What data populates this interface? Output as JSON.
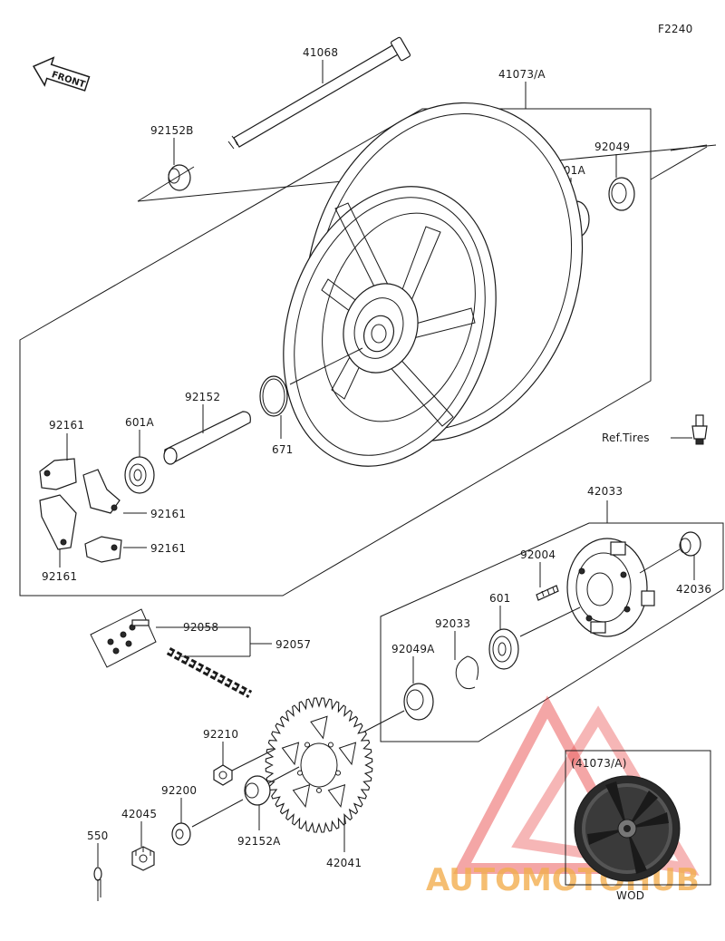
{
  "diagram_code": "F2240",
  "front_label": "FRONT",
  "parts": {
    "p41068": "41068",
    "p41073A": "41073/A",
    "p92152B": "92152B",
    "p92049": "92049",
    "p601A_top": "601A",
    "p92152": "92152",
    "p601A": "601A",
    "p92161_a": "92161",
    "p92161_b": "92161",
    "p92161_c": "92161",
    "p92161_d": "92161",
    "p671": "671",
    "ref_tires": "Ref.Tires",
    "p42033": "42033",
    "p92004": "92004",
    "p42036": "42036",
    "p601": "601",
    "p92033": "92033",
    "p92049A": "92049A",
    "p92058": "92058",
    "p92057": "92057",
    "p92210": "92210",
    "p92200": "92200",
    "p42045": "42045",
    "p92152A": "92152A",
    "p42041": "42041",
    "p550": "550"
  },
  "inset": {
    "title": "(41073/A)",
    "caption": "WOD"
  },
  "watermark": {
    "text": "AUTOMOTOHUB",
    "color_primary": "#f0a030",
    "color_secondary": "#e84040"
  }
}
